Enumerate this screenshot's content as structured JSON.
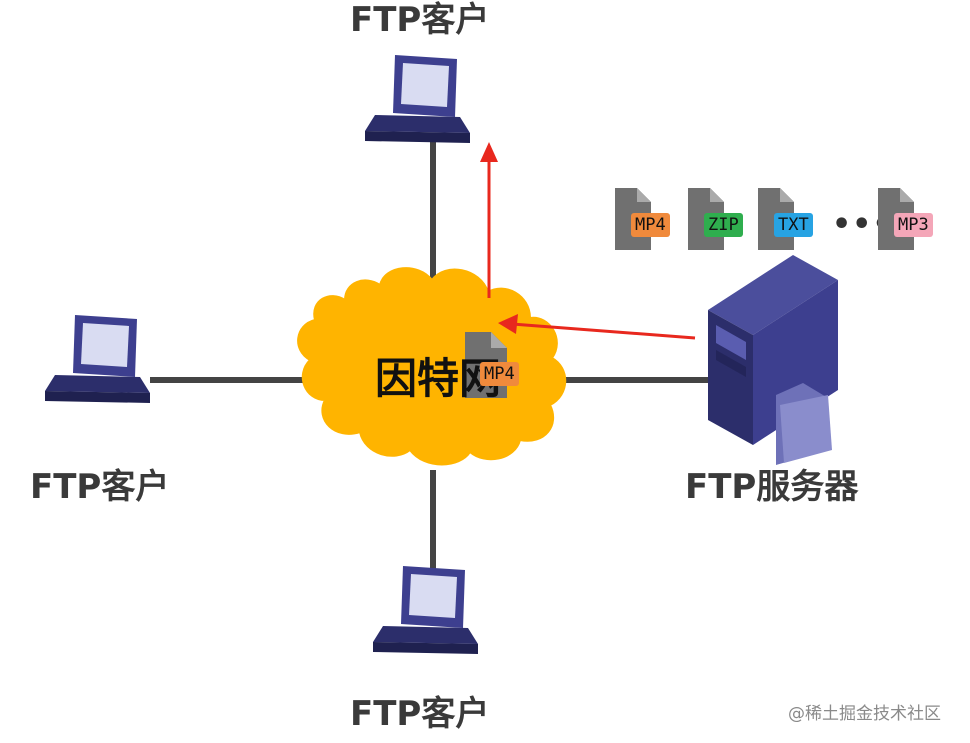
{
  "nodes": {
    "client_top": {
      "label": "FTP客户"
    },
    "client_left": {
      "label": "FTP客户"
    },
    "client_bottom": {
      "label": "FTP客户"
    },
    "server": {
      "label": "FTP服务器"
    },
    "internet": {
      "label": "因特网"
    }
  },
  "server_files": [
    {
      "ext": "MP4",
      "color": "#f08a3c"
    },
    {
      "ext": "ZIP",
      "color": "#2fae4e"
    },
    {
      "ext": "TXT",
      "color": "#27a3e3"
    },
    {
      "ext": "MP3",
      "color": "#f4a6b8"
    }
  ],
  "ellipsis": "•••",
  "transfer_file": {
    "ext": "MP4",
    "color": "#f08a3c"
  },
  "colors": {
    "line": "#444444",
    "cloud": "#ffb400",
    "arrow": "#e8281e",
    "monitor": "#3d3f8f",
    "file_body": "#707070"
  },
  "watermark": "@稀土掘金技术社区"
}
